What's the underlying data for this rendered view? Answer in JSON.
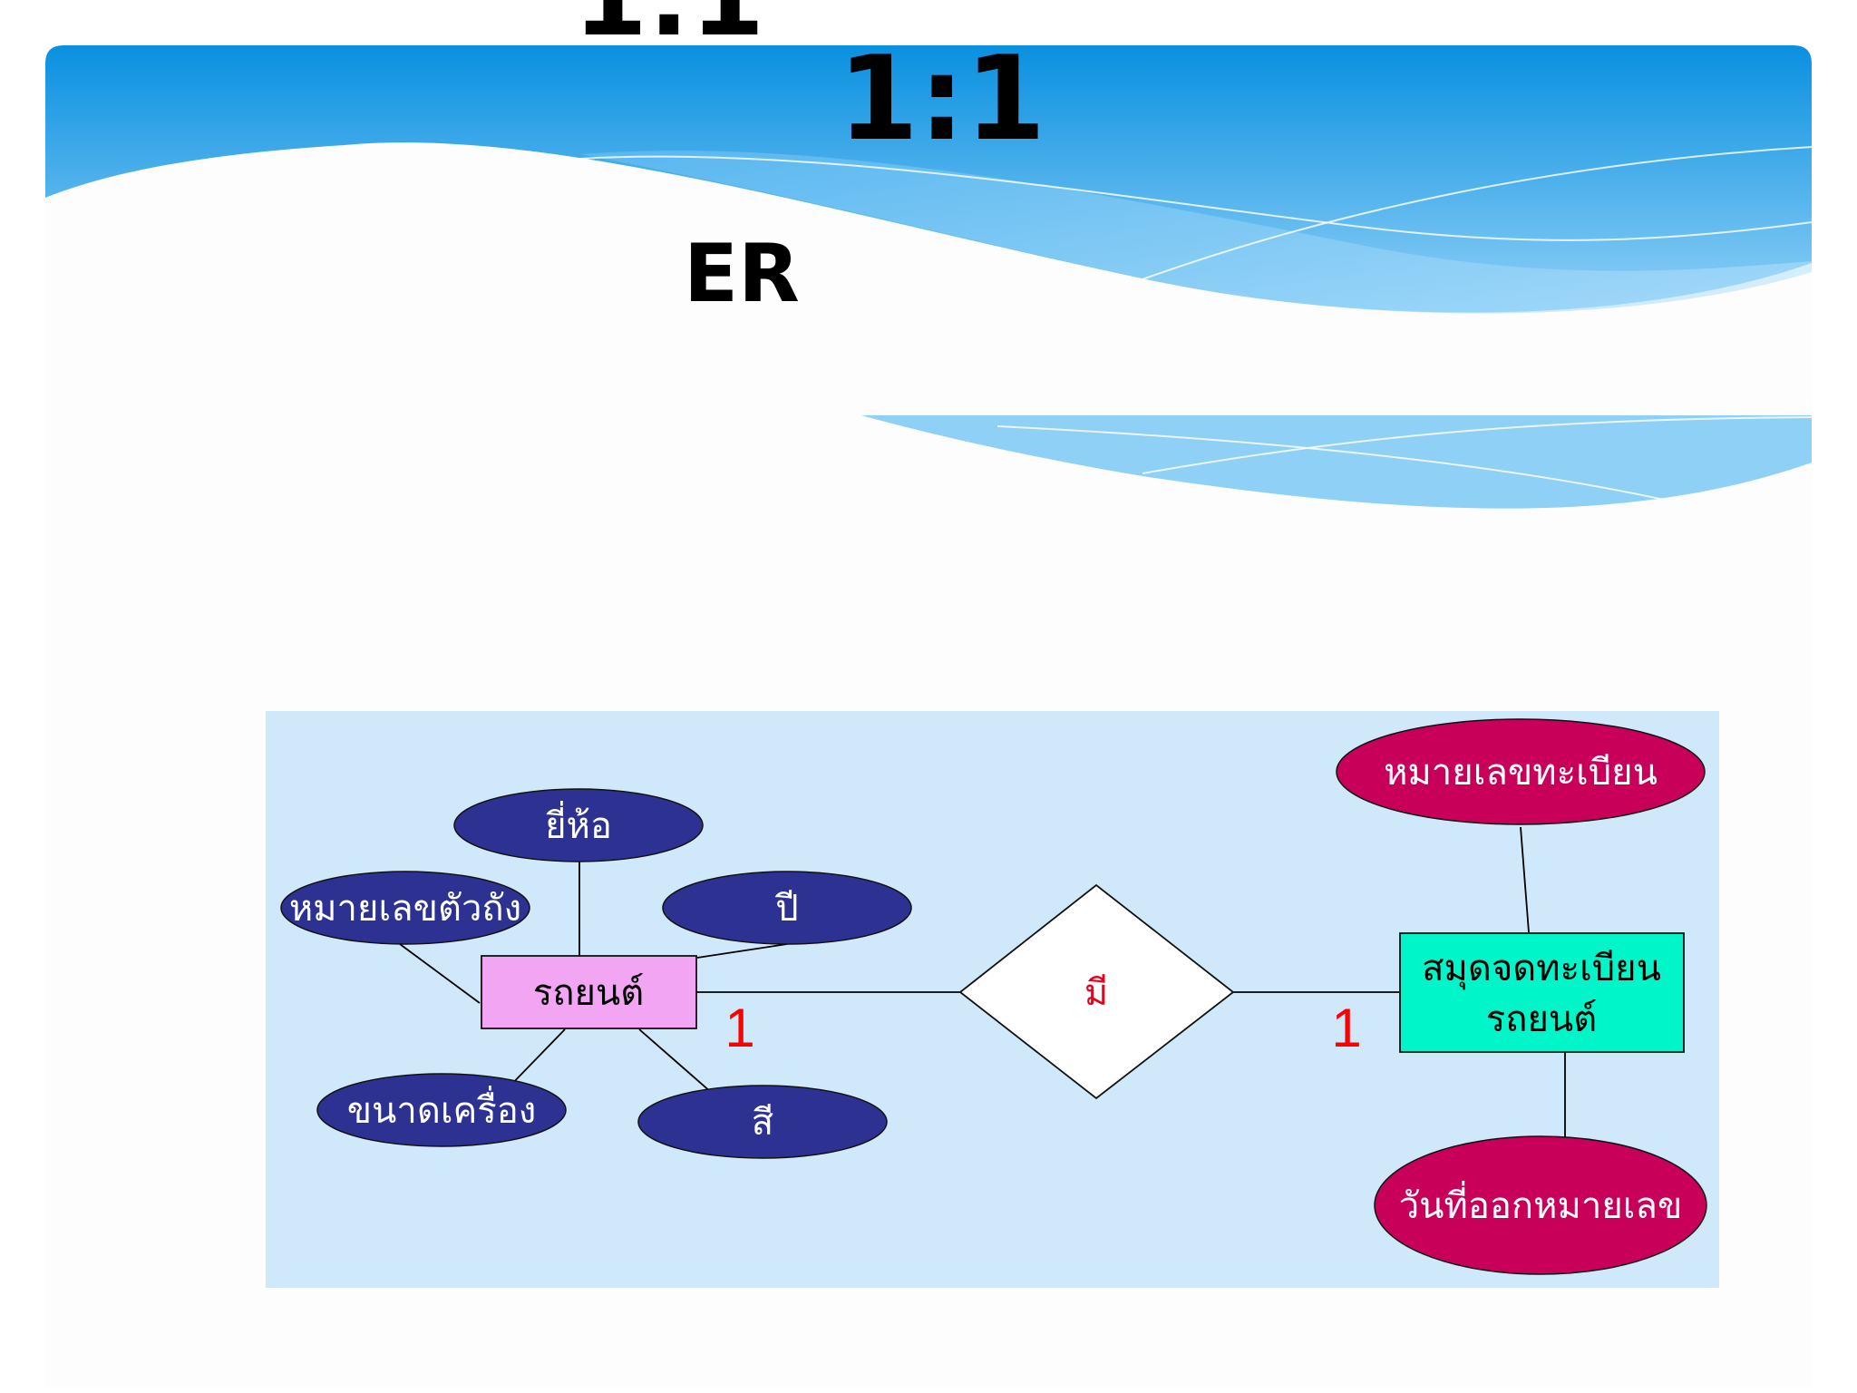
{
  "slide": {
    "top_fragment": "1:1",
    "title": "1:1",
    "subtitle": "ER"
  },
  "colors": {
    "header_blue_dark": "#0b93e0",
    "header_blue_light": "#8fd0f7",
    "diagram_bg": "#cfe9fb",
    "attribute_car": "#2d3292",
    "attribute_registration": "#c8005a",
    "entity_car": "#f2a5f2",
    "entity_registration": "#00f5c8",
    "relationship": "#ffffff",
    "cardinality": "#ff0000"
  },
  "diagram": {
    "entities": {
      "car": "รถยนต์",
      "registration_book_line1": "สมุดจดทะเบียน",
      "registration_book_line2": "รถยนต์"
    },
    "relationship": "มี",
    "cardinality": {
      "left": "1",
      "right": "1"
    },
    "car_attributes": {
      "brand": "ยี่ห้อ",
      "chassis_number": "หมายเลขตัวถัง",
      "year": "ปี",
      "engine_size": "ขนาดเครื่อง",
      "color": "สี"
    },
    "registration_attributes": {
      "registration_number": "หมายเลขทะเบียน",
      "issue_date": "วันที่ออกหมายเลข"
    }
  }
}
